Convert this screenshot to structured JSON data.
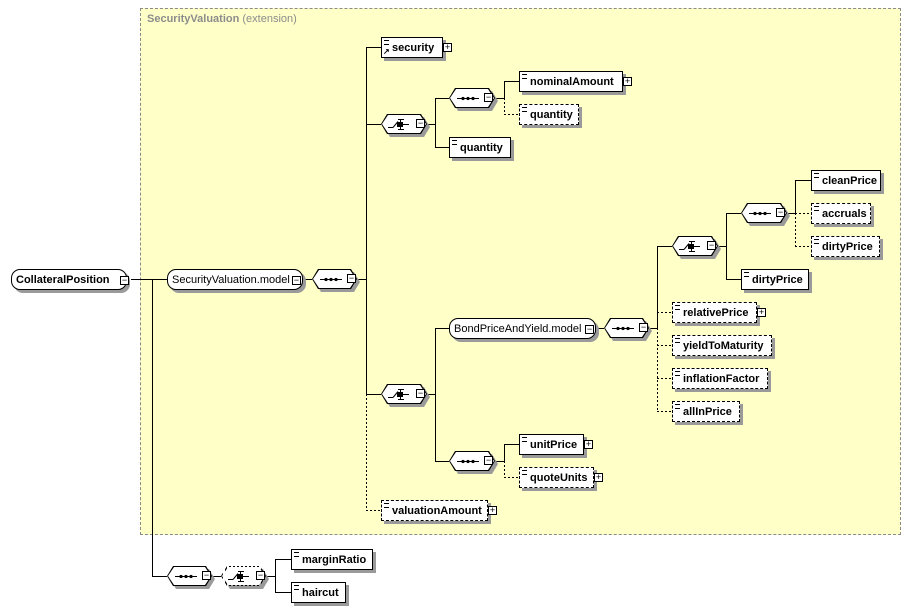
{
  "extension_box": {
    "title": "SecurityValuation",
    "subtitle": "(extension)"
  },
  "nodes": {
    "root": "CollateralPosition",
    "security_valuation_model": "SecurityValuation.model",
    "security": "security",
    "nominal_amount": "nominalAmount",
    "quantity_optional": "quantity",
    "quantity": "quantity",
    "clean_price": "cleanPrice",
    "accruals": "accruals",
    "dirty_price_optional": "dirtyPrice",
    "dirty_price": "dirtyPrice",
    "bond_price_and_yield_model": "BondPriceAndYield.model",
    "relative_price": "relativePrice",
    "yield_to_maturity": "yieldToMaturity",
    "inflation_factor": "inflationFactor",
    "all_in_price": "allInPrice",
    "unit_price": "unitPrice",
    "quote_units": "quoteUnits",
    "valuation_amount": "valuationAmount",
    "margin_ratio": "marginRatio",
    "haircut": "haircut"
  },
  "colors": {
    "extension_background": "#ffffc8",
    "extension_title": "#8c8c8c",
    "shadow": "#9a9a9a"
  },
  "icons": {
    "expand": "plus-box-icon",
    "collapse": "minus-box-icon",
    "sequence": "sequence-compositor-icon",
    "choice": "choice-compositor-icon"
  }
}
